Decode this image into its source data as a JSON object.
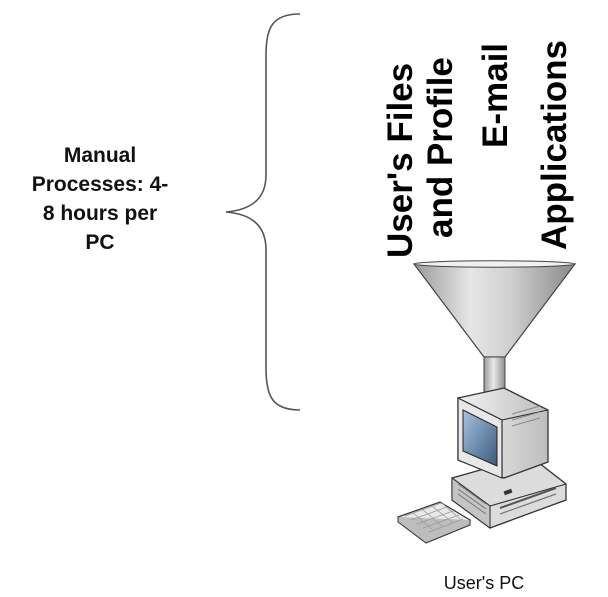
{
  "diagram": {
    "manual_process": {
      "lines": [
        "Manual",
        "Processes: 4-",
        "8 hours per",
        "PC"
      ]
    },
    "inputs": {
      "user_files_line1": "User's Files",
      "user_files_line2": "and Profile",
      "email": "E-mail",
      "applications": "Applications"
    },
    "pc_label": "User's PC"
  },
  "colors": {
    "brace": "#555555",
    "funnel_fill": "#c8c8c8",
    "funnel_stroke": "#444444",
    "monitor_body": "#e2e2e2",
    "screen": "#5c7a9a",
    "text": "#000000"
  },
  "icons": [
    "curly-brace",
    "funnel",
    "desktop-computer"
  ]
}
